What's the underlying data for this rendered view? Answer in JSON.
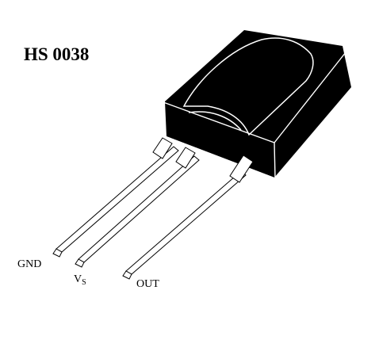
{
  "title": "HS 0038",
  "pins": {
    "gnd": {
      "label": "GND"
    },
    "vs": {
      "label": "V",
      "subscript": "S"
    },
    "out": {
      "label": "OUT"
    }
  },
  "colors": {
    "body": "#000000",
    "outline": "#ffffff",
    "lead_fill": "#ffffff",
    "lead_stroke": "#000000",
    "background": "#ffffff"
  }
}
